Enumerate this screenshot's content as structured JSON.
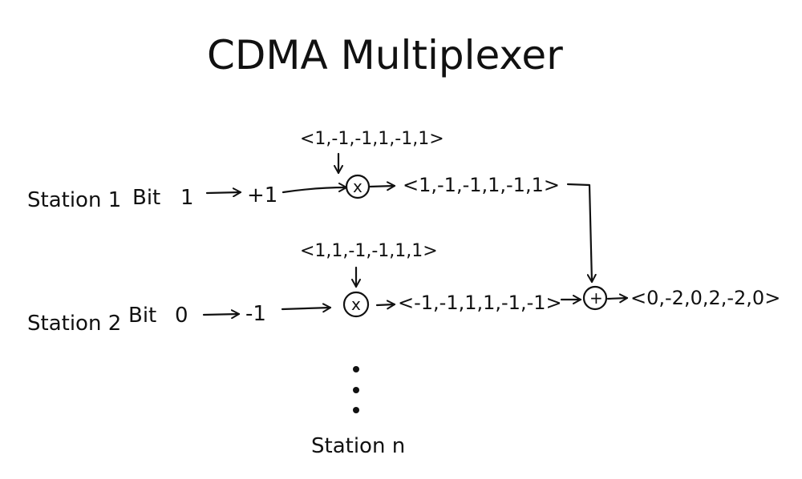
{
  "title": "CDMA Multiplexer",
  "station1": {
    "label": "Station 1",
    "bit_label": "Bit",
    "bit_value": "1",
    "signal": "+1",
    "code": "<1,-1,-1,1,-1,1>",
    "product": "<1,-1,-1,1,-1,1>"
  },
  "station2": {
    "label": "Station 2",
    "bit_label": "Bit",
    "bit_value": "0",
    "signal": "-1",
    "code": "<1,1,-1,-1,1,1>",
    "product": "<-1,-1,1,1,-1,-1>"
  },
  "stationN": {
    "label": "Station n"
  },
  "multiply_symbol": "x",
  "add_symbol": "+",
  "sum": "<0,-2,0,2,-2,0>"
}
